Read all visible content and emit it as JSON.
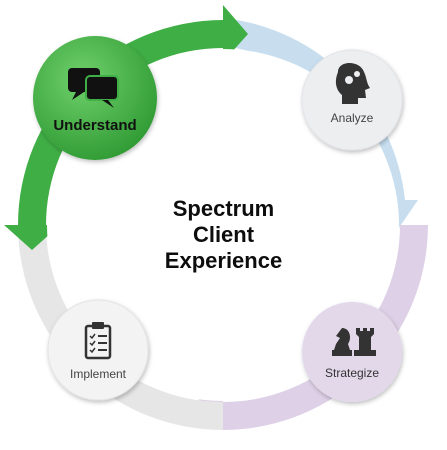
{
  "diagram": {
    "title_lines": [
      "Spectrum",
      "Client",
      "Experience"
    ],
    "stages": [
      {
        "id": "understand",
        "label": "Understand",
        "icon": "chat-bubbles-icon",
        "color": "#4caf50",
        "active": true
      },
      {
        "id": "analyze",
        "label": "Analyze",
        "icon": "head-gears-icon",
        "color": "#c5dcef",
        "active": false
      },
      {
        "id": "strategize",
        "label": "Strategize",
        "icon": "chess-pieces-icon",
        "color": "#ddd0e6",
        "active": false
      },
      {
        "id": "implement",
        "label": "Implement",
        "icon": "clipboard-checklist-icon",
        "color": "#e4e4e4",
        "active": false
      }
    ]
  }
}
